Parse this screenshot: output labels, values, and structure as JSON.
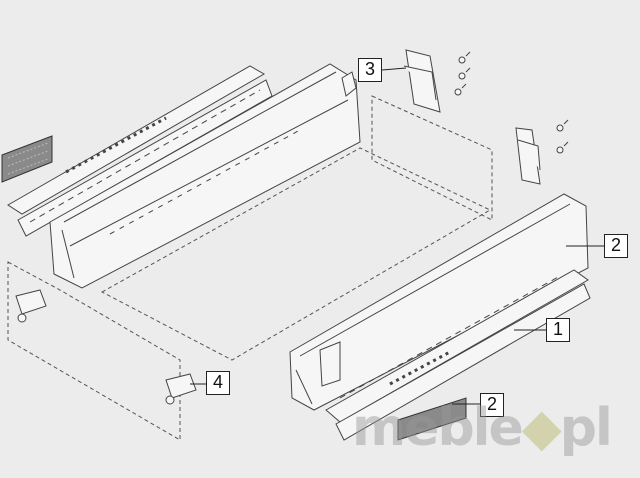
{
  "callouts": {
    "label_3": "3",
    "label_2_top": "2",
    "label_1": "1",
    "label_4": "4",
    "label_2_bottom": "2"
  },
  "watermark": {
    "name": "meble",
    "dot": "◆",
    "suffix": "pl"
  },
  "colors": {
    "background": "#ececec",
    "line": "#444444",
    "panel_fill": "#f6f6f6",
    "label_plate": "#8a8a8a"
  }
}
